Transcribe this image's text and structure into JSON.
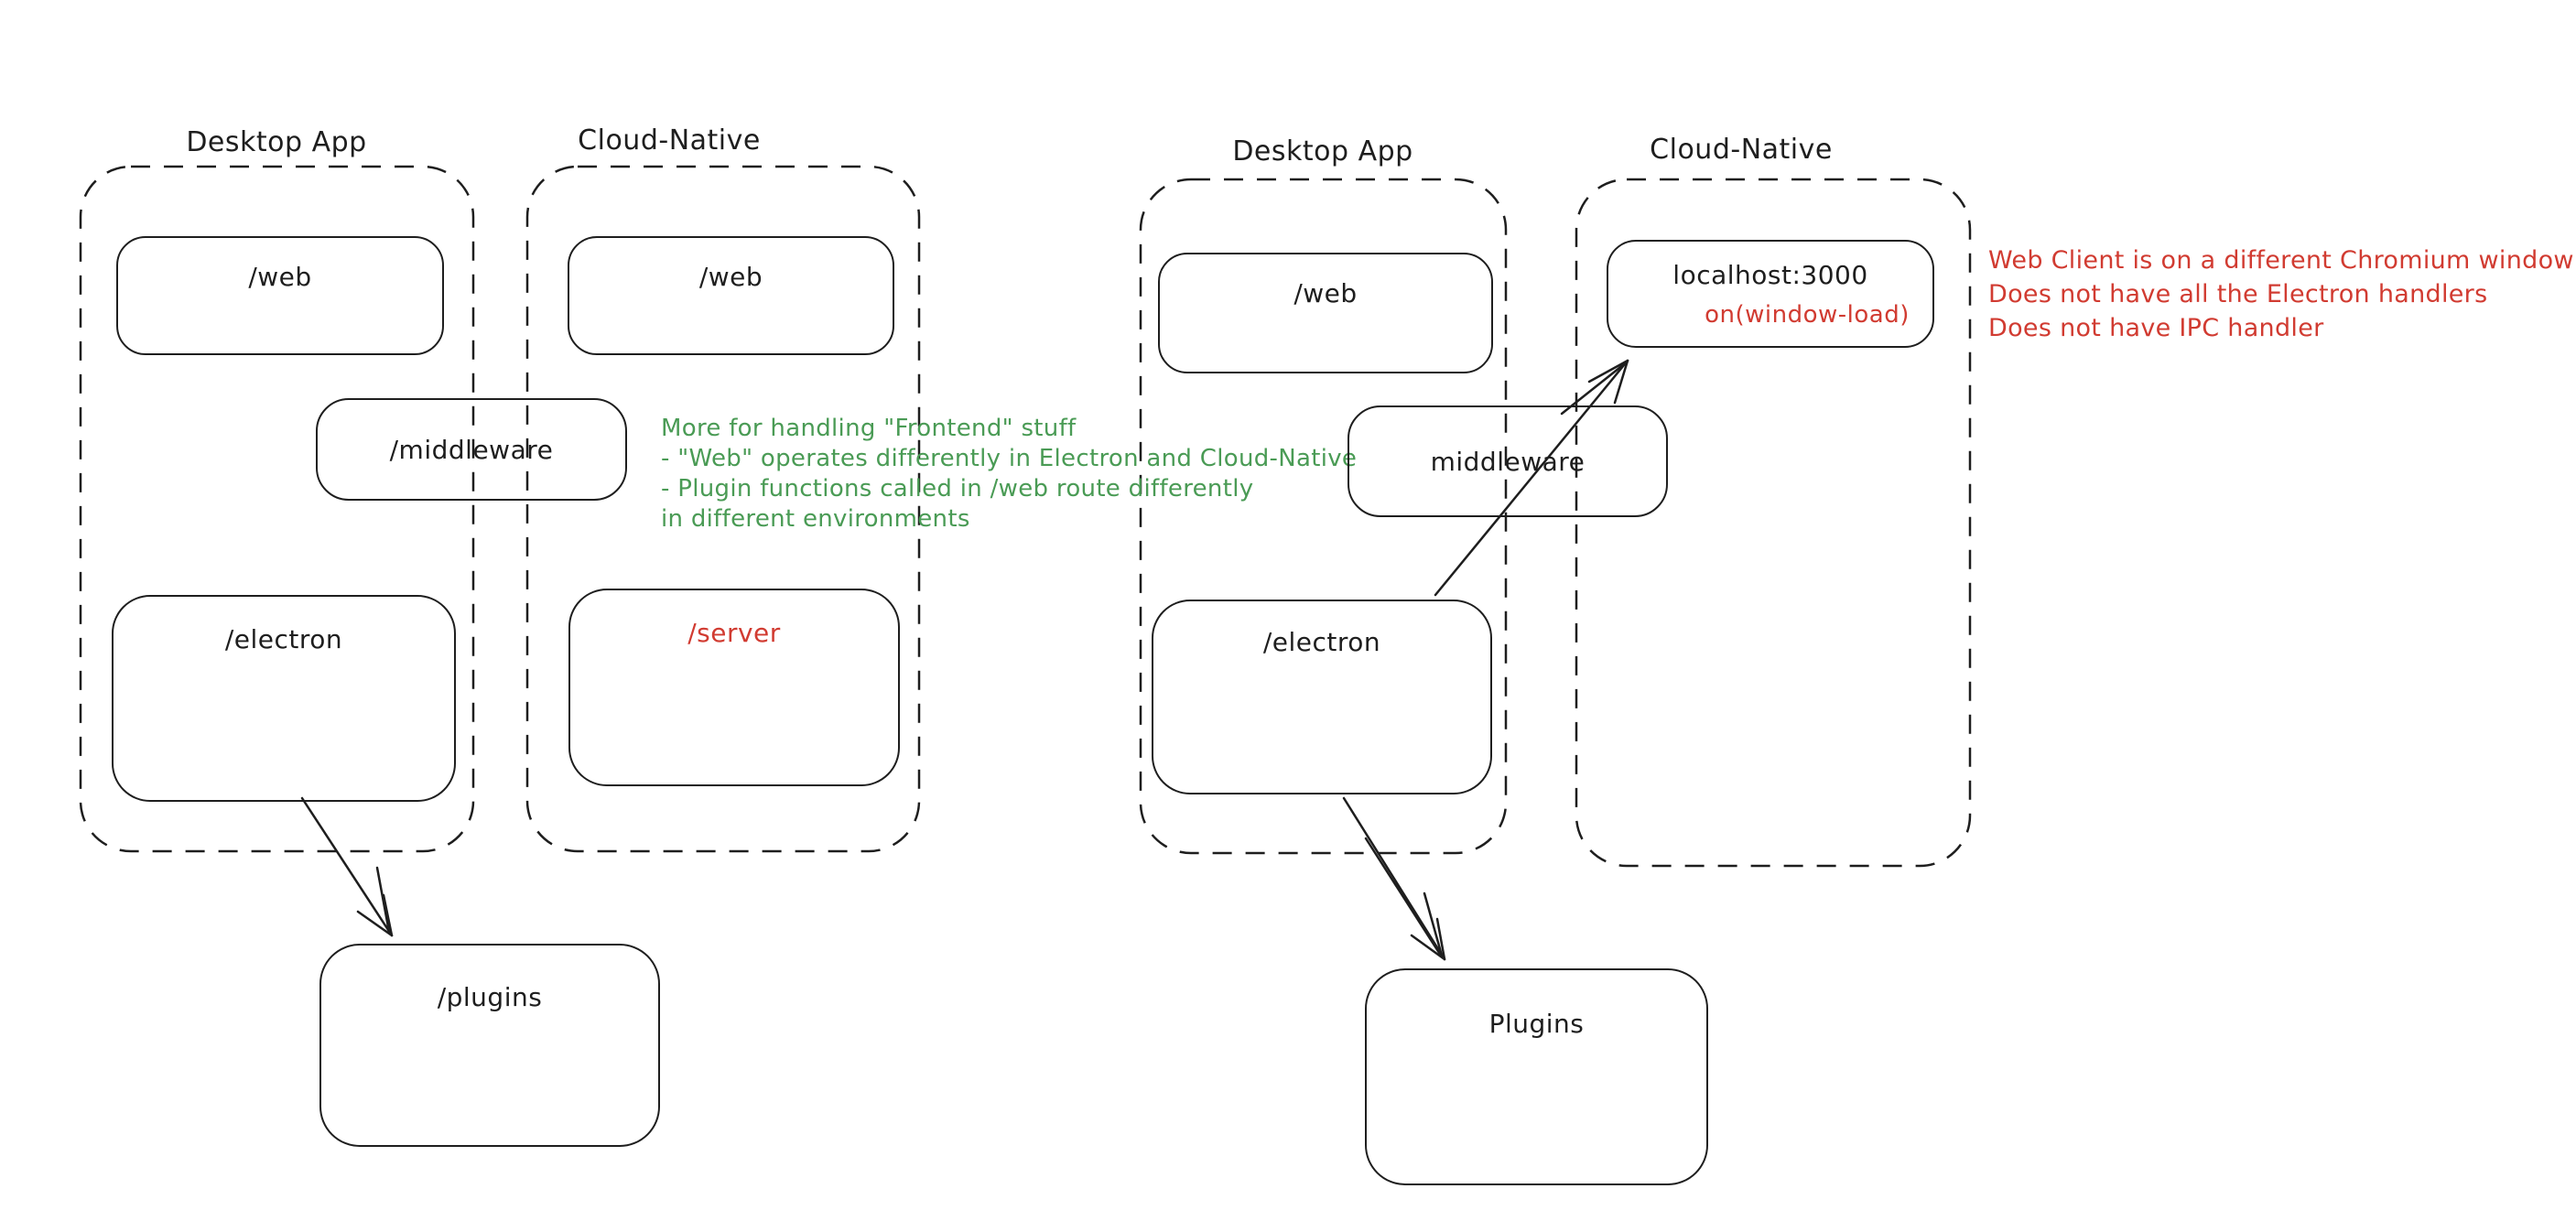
{
  "colors": {
    "ink": "#1e1e1e",
    "green": "#4a9b55",
    "red": "#d13b31",
    "background": "#ffffff"
  },
  "left_diagram": {
    "desktop_title": "Desktop App",
    "cloud_title": "Cloud-Native",
    "web_desktop_label": "/web",
    "web_cloud_label": "/web",
    "middleware_label": "/middleware",
    "electron_label": "/electron",
    "server_label": "/server",
    "plugins_label": "/plugins",
    "green_note_lines": [
      "More for handling \"Frontend\" stuff",
      "- \"Web\" operates differently in Electron and Cloud-Native",
      "- Plugin functions called in /web route differently",
      "in different environments"
    ]
  },
  "right_diagram": {
    "desktop_title": "Desktop App",
    "cloud_title": "Cloud-Native",
    "web_label": "/web",
    "middleware_label": "middleware",
    "electron_label": "/electron",
    "localhost_label": "localhost:3000",
    "window_load_label": "on(window-load)",
    "plugins_label": "Plugins",
    "red_note_lines": [
      "Web Client is on a different Chromium window",
      "Does not have all the Electron handlers",
      "Does not have IPC handler"
    ]
  }
}
